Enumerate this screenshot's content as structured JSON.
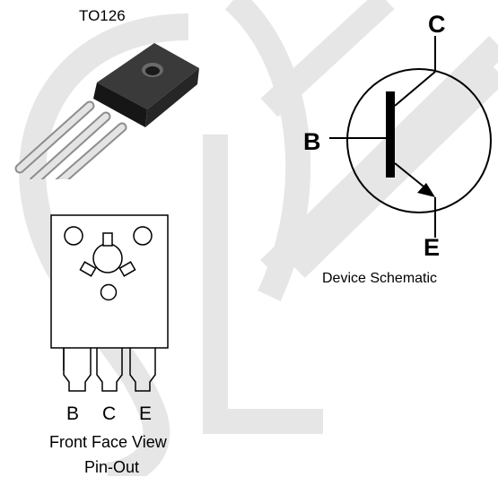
{
  "package": {
    "name": "TO126"
  },
  "front_view": {
    "pins": [
      "B",
      "C",
      "E"
    ],
    "caption_line1": "Front Face View",
    "caption_line2": "Pin-Out"
  },
  "schematic": {
    "collector": "C",
    "base": "B",
    "emitter": "E",
    "caption": "Device Schematic"
  },
  "colors": {
    "watermark": "#e6e6e6",
    "ink": "#000000",
    "package_body": "#2a2a2a",
    "lead": "#cfcfcf"
  }
}
